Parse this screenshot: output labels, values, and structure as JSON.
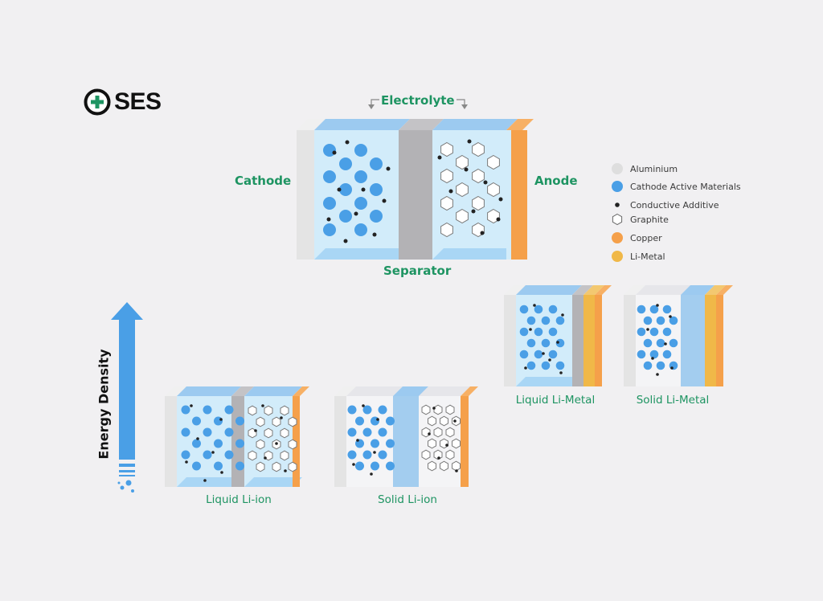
{
  "logo": {
    "text": "SES"
  },
  "diagram": {
    "electrolyte": "Electrolyte",
    "cathode": "Cathode",
    "anode": "Anode",
    "separator": "Separator",
    "energy_density": "Energy Density"
  },
  "legend": [
    {
      "label": "Aluminium",
      "color": "#dedede",
      "shape": "circle"
    },
    {
      "label": "Cathode Active Materials",
      "color": "#4a9fe6",
      "shape": "circle"
    },
    {
      "label": "Conductive Additive",
      "color": "#222222",
      "shape": "dot"
    },
    {
      "label": "Graphite",
      "color": "#ffffff",
      "shape": "hexagon"
    },
    {
      "label": "Copper",
      "color": "#f5a04a",
      "shape": "circle"
    },
    {
      "label": "Li-Metal",
      "color": "#f0b848",
      "shape": "circle"
    }
  ],
  "cells": [
    {
      "caption": "Liquid Li-ion"
    },
    {
      "caption": "Solid Li-ion"
    },
    {
      "caption": "Liquid Li-Metal"
    },
    {
      "caption": "Solid Li-Metal"
    }
  ],
  "colors": {
    "accent_green": "#1e9462",
    "cathode_blue": "#4a9fe6",
    "electrolyte_bg": "#d2ecfa",
    "separator_grey": "#b3b2b5",
    "copper": "#f5a04a",
    "li_metal": "#f0b848"
  }
}
